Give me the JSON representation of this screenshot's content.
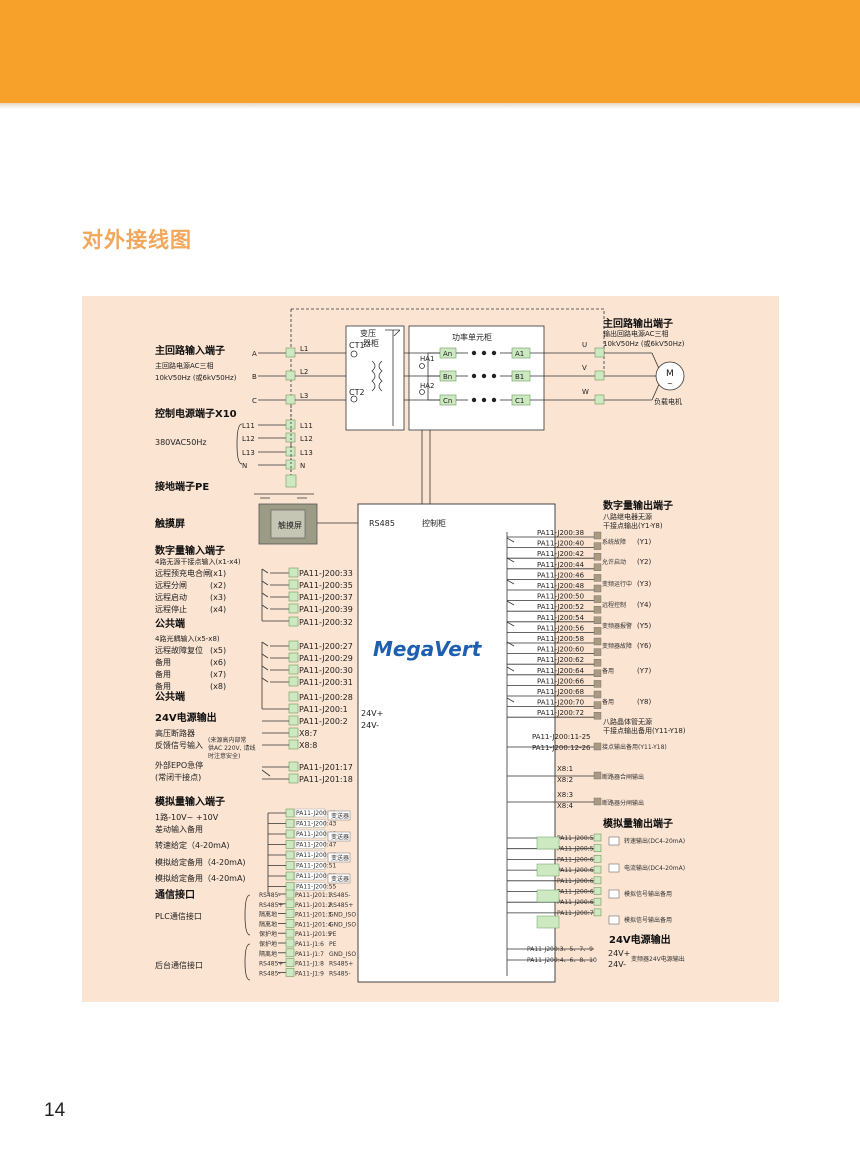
{
  "header": {
    "accent_color": "#F7A02A"
  },
  "title": "对外接线图",
  "page_number": "14",
  "panel_color": "#FBE4D2",
  "colors": {
    "terminal": "#CDE9C2",
    "cabinet_fill": "#FFFFFF",
    "touch": "#9C9C86",
    "logo_blue": "#1F5FB0"
  },
  "logo": "MegaVert",
  "left": {
    "main_in": {
      "title": "主回路输入端子",
      "sub1": "主回路电源AC三相",
      "sub2": "10kV50Hz (或6kV50Hz)",
      "phases": [
        "A",
        "B",
        "C"
      ],
      "terms": [
        "L1",
        "L2",
        "L3"
      ]
    },
    "control_power": {
      "title": "控制电源端子X10",
      "voltage": "380VAC50Hz",
      "left_terms": [
        "L11",
        "L12",
        "L13",
        "N"
      ],
      "right_terms": [
        "L11",
        "L12",
        "L13",
        "N"
      ]
    },
    "ground": "接地端子PE",
    "touch": {
      "title": "触摸屏",
      "label": "触摸屏"
    },
    "digital_in": {
      "title": "数字量输入端子",
      "sub": "4路无源干接点输入(x1-x4)",
      "items": [
        {
          "name": "远程预充电合闸",
          "code": "(x1)",
          "term": "PA11-J200:33"
        },
        {
          "name": "远程分闸",
          "code": "(x2)",
          "term": "PA11-J200:35"
        },
        {
          "name": "远程启动",
          "code": "(x3)",
          "term": "PA11-J200:37"
        },
        {
          "name": "远程停止",
          "code": "(x4)",
          "term": "PA11-J200:39"
        }
      ],
      "common": "公共端",
      "common_term": "PA11-J200:32",
      "sub2": "4路光耦输入(x5-x8)",
      "items2": [
        {
          "name": "远程故障复位",
          "code": "(x5)",
          "term": "PA11-J200:27"
        },
        {
          "name": "备用",
          "code": "(x6)",
          "term": "PA11-J200:29"
        },
        {
          "name": "备用",
          "code": "(x7)",
          "term": "PA11-J200:30"
        },
        {
          "name": "备用",
          "code": "(x8)",
          "term": "PA11-J200:31"
        }
      ],
      "common2": "公共端",
      "common2_term": "PA11-J200:28"
    },
    "p24": {
      "title": "24V电源输出",
      "terms": [
        "PA11-J200:1",
        "PA11-J200:2"
      ],
      "labels": [
        "24V+",
        "24V-"
      ]
    },
    "breaker": {
      "line1": "高压断路器",
      "line2": "反馈信号输入",
      "note1": "(来源高内部常",
      "note2": "供AC 220V, 请线",
      "note3": "时注意安全)",
      "terms": [
        "X8:7",
        "X8:8"
      ]
    },
    "epo": {
      "line1": "外部EPO急停",
      "line2": "(常闭干接点)",
      "terms": [
        "PA11-J201:17",
        "PA11-J201:18"
      ]
    },
    "analog_in": {
      "title": "模拟量输入端子",
      "range": "1路-10V~ +10V",
      "diff": "差动输入备用",
      "items": [
        "转速给定（4-20mA)",
        "模拟给定备用（4-20mA)",
        "模拟给定备用（4-20mA)"
      ],
      "terms": [
        "PA11-J200:41",
        "PA11-J200:43",
        "PA11-J200:45",
        "PA11-J200:47",
        "PA11-J200:49",
        "PA11-J200:51",
        "PA11-J200:53",
        "PA11-J200:55"
      ],
      "box": "变送器"
    },
    "comm": {
      "title": "通信接口",
      "plc": "PLC通信接口",
      "backend": "后台通信接口",
      "rows": [
        {
          "ext": "RS485-",
          "term": "PA11-J201:1",
          "sig": "RS485-"
        },
        {
          "ext": "RS485+",
          "term": "PA11-J201:2",
          "sig": "RS485+"
        },
        {
          "ext": "隔离地",
          "term": "PA11-J201:3",
          "sig": "GND_ISO"
        },
        {
          "ext": "隔离地",
          "term": "PA11-J201:4",
          "sig": "GND_ISO"
        },
        {
          "ext": "保护地",
          "term": "PA11-J201:5",
          "sig": "PE"
        },
        {
          "ext": "保护地",
          "term": "PA11-J1:6",
          "sig": "PE"
        },
        {
          "ext": "隔离地",
          "term": "PA11-J1:7",
          "sig": "GND_ISO"
        },
        {
          "ext": "RS485+",
          "term": "PA11-J1:8",
          "sig": "RS485+"
        },
        {
          "ext": "RS485-",
          "term": "PA11-J1:9",
          "sig": "RS485-"
        }
      ]
    }
  },
  "center": {
    "transformer": {
      "title1": "变压",
      "title2": "器柜",
      "ct1": "CT1",
      "ct2": "CT2"
    },
    "power_unit": {
      "title": "功率单元柜",
      "in": [
        "An",
        "Bn",
        "Cn"
      ],
      "out": [
        "A1",
        "B1",
        "C1"
      ],
      "ha": [
        "HA1",
        "HA2"
      ]
    },
    "control": {
      "title": "控制柜",
      "rs485": "RS485"
    }
  },
  "right": {
    "main_out": {
      "title": "主回路输出端子",
      "sub1": "输出回路电源AC三相",
      "sub2": "10kV50Hz (或6kV50Hz)",
      "phases": [
        "U",
        "V",
        "W"
      ],
      "motor": "M",
      "motor_tilde": "~",
      "load": "负载电机"
    },
    "digital_out": {
      "title": "数字量输出端子",
      "sub1": "八路继电器无源",
      "sub2": "干接点输出(Y1-Y8)",
      "terms": [
        "PA11-J200:38",
        "PA11-J200:40",
        "PA11-J200:42",
        "PA11-J200:44",
        "PA11-J200:46",
        "PA11-J200:48",
        "PA11-J200:50",
        "PA11-J200:52",
        "PA11-J200:54",
        "PA11-J200:56",
        "PA11-J200:58",
        "PA11-J200:60",
        "PA11-J200:62",
        "PA11-J200:64",
        "PA11-J200:66",
        "PA11-J200:68",
        "PA11-J200:70",
        "PA11-J200:72"
      ],
      "labels": [
        {
          "name": "系统故障",
          "code": "(Y1)"
        },
        {
          "name": "允许启动",
          "code": "(Y2)"
        },
        {
          "name": "变频运行中",
          "code": "(Y3)"
        },
        {
          "name": "远程控制",
          "code": "(Y4)"
        },
        {
          "name": "变频器报警",
          "code": "(Y5)"
        },
        {
          "name": "变频器故障",
          "code": "(Y6)"
        },
        {
          "name": "备用",
          "code": "(Y7)"
        },
        {
          "name": "备用",
          "code": "(Y8)"
        }
      ]
    },
    "opto_out": {
      "sub1": "八路晶体管无源",
      "sub2": "干接点输出备用(Y11-Y18)",
      "terms": [
        "PA11-J200:11-25",
        "PA11-J200:12-26"
      ],
      "label": "接点输出备用(Y11-Y18)"
    },
    "breaker_close": {
      "terms": [
        "X8:1",
        "X8:2"
      ],
      "label": "断路器合闸输出"
    },
    "breaker_open": {
      "terms": [
        "X8:3",
        "X8:4"
      ],
      "label": "断路器分闸输出"
    },
    "analog_out": {
      "title": "模拟量输出端子",
      "terms": [
        "PA11-J200:57",
        "PA11-J200:59",
        "PA11-J200:61",
        "PA11-J200:63",
        "PA11-J200:65",
        "PA11-J200:67",
        "PA11-J200:69",
        "PA11-J200:71"
      ],
      "labels": [
        "转速输出(DC4-20mA)",
        "电流输出(DC4-20mA)",
        "模拟信号输出备用",
        "模拟信号输出备用"
      ]
    },
    "p24": {
      "title": "24V电源输出",
      "terms": [
        "PA11-J200:3、5、7、9",
        "PA11-J200:4、6、8、10"
      ],
      "labels": [
        "24V+",
        "24V-"
      ],
      "desc": "变频器24V电源输出"
    }
  }
}
